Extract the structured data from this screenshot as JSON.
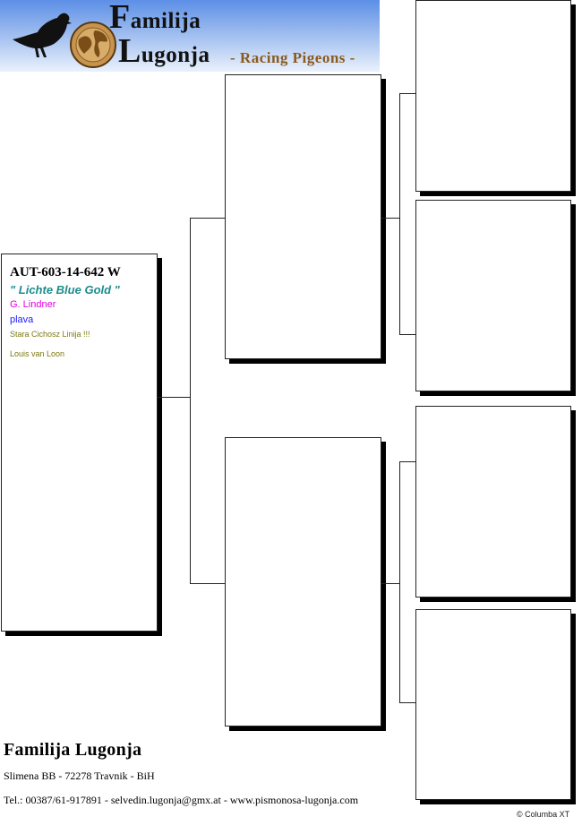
{
  "header": {
    "logo_line1_initial": "F",
    "logo_line1_rest": "amilija",
    "logo_line2_initial": "L",
    "logo_line2_rest": "ugonja",
    "tagline": "- Racing Pigeons -",
    "logo_icons": [
      "pigeon-silhouette-icon",
      "globe-icon"
    ]
  },
  "main_pigeon": {
    "ring_number": "AUT-603-14-642 W",
    "name": "\" Lichte Blue Gold \"",
    "breeder": "G. Lindner",
    "color": "plava",
    "line": "Stara Cichosz Linija !!!",
    "origin": "Louis van Loon"
  },
  "pedigree": {
    "parents": [
      {
        "role": "father",
        "text": ""
      },
      {
        "role": "mother",
        "text": ""
      }
    ],
    "grandparents": [
      {
        "role": "paternal-grandfather",
        "text": ""
      },
      {
        "role": "paternal-grandmother",
        "text": ""
      },
      {
        "role": "maternal-grandfather",
        "text": ""
      },
      {
        "role": "maternal-grandmother",
        "text": ""
      }
    ]
  },
  "footer": {
    "name": "Familija  Lugonja",
    "address": "Slimena BB  -  72278 Travnik  -  BiH",
    "contact": "Tel.: 00387/61-917891  - selvedin.lugonja@gmx.at  -  www.pismonosa-lugonja.com",
    "copyright": "© Columba XT"
  },
  "colors": {
    "banner_top": "#5c8fe6",
    "banner_bottom": "#eaf1fc",
    "tagline": "#8a5a1e",
    "name_teal": "#1f8c8c",
    "breeder_magenta": "#e000e0",
    "color_blue": "#1a1aff",
    "line_olive": "#7a7a10"
  }
}
